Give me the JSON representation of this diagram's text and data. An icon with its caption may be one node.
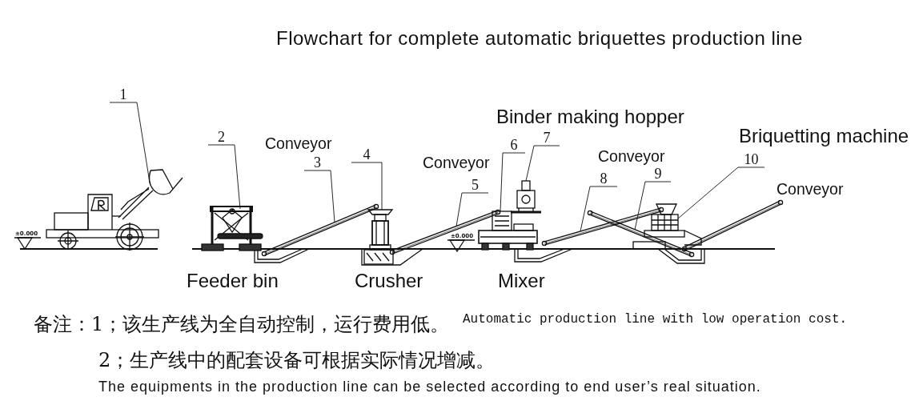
{
  "diagram": {
    "title": "Flowchart for complete automatic briquettes production line",
    "nodes": [
      {
        "text": [
          "1"
        ]
      },
      {
        "text": [],
        "shape": "picture"
      },
      {
        "text": [
          "2"
        ]
      },
      {
        "text": [],
        "shape": "picture"
      },
      {
        "text": [
          "3"
        ]
      },
      {
        "text": [],
        "shape": "picture"
      },
      {
        "text": [
          "4"
        ]
      },
      {
        "text": [],
        "shape": "picture"
      },
      {
        "text": [
          "5"
        ]
      },
      {
        "text": [],
        "shape": "picture"
      },
      {
        "text": [
          "6"
        ]
      },
      {
        "text": [],
        "shape": "picture"
      },
      {
        "text": [
          "7"
        ]
      },
      {
        "text": [],
        "shape": "picture"
      },
      {
        "text": [
          "8"
        ]
      },
      {
        "text": [],
        "shape": "picture"
      },
      {
        "text": [
          "9"
        ]
      },
      {
        "text": [],
        "shape": "picture"
      },
      {
        "text": [
          "10"
        ]
      },
      {
        "text": [],
        "shape": "picture"
      }
    ],
    "edges": [
      {
        "from": 0,
        "to": 1,
        "arrow": "none"
      },
      {
        "from": 2,
        "to": 3,
        "arrow": "none"
      },
      {
        "from": 4,
        "to": 5,
        "arrow": "none"
      },
      {
        "from": 6,
        "to": 7,
        "arrow": "none"
      },
      {
        "from": 8,
        "to": 9,
        "arrow": "none"
      },
      {
        "from": 10,
        "to": 11,
        "arrow": "none"
      },
      {
        "from": 12,
        "to": 13,
        "arrow": "none"
      },
      {
        "from": 14,
        "to": 15,
        "arrow": "none"
      },
      {
        "from": 16,
        "to": 17,
        "arrow": "none"
      },
      {
        "from": 18,
        "to": 19,
        "arrow": "none"
      }
    ],
    "labels": [
      "Binder making hopper",
      "Briquetting machine",
      "Conveyor",
      "Conveyor",
      "Conveyor",
      "Conveyor",
      "±0.000",
      "±0.000",
      "Feeder bin",
      "Crusher",
      "Mixer",
      "备注：1；该生产线为全自动控制，运行费用低。",
      "Automatic production line with low operation cost.",
      "2；生产线中的配套设备可根据实际情况增减。",
      "The equipments in the production line can be selected according to end user’s real situation."
    ]
  }
}
